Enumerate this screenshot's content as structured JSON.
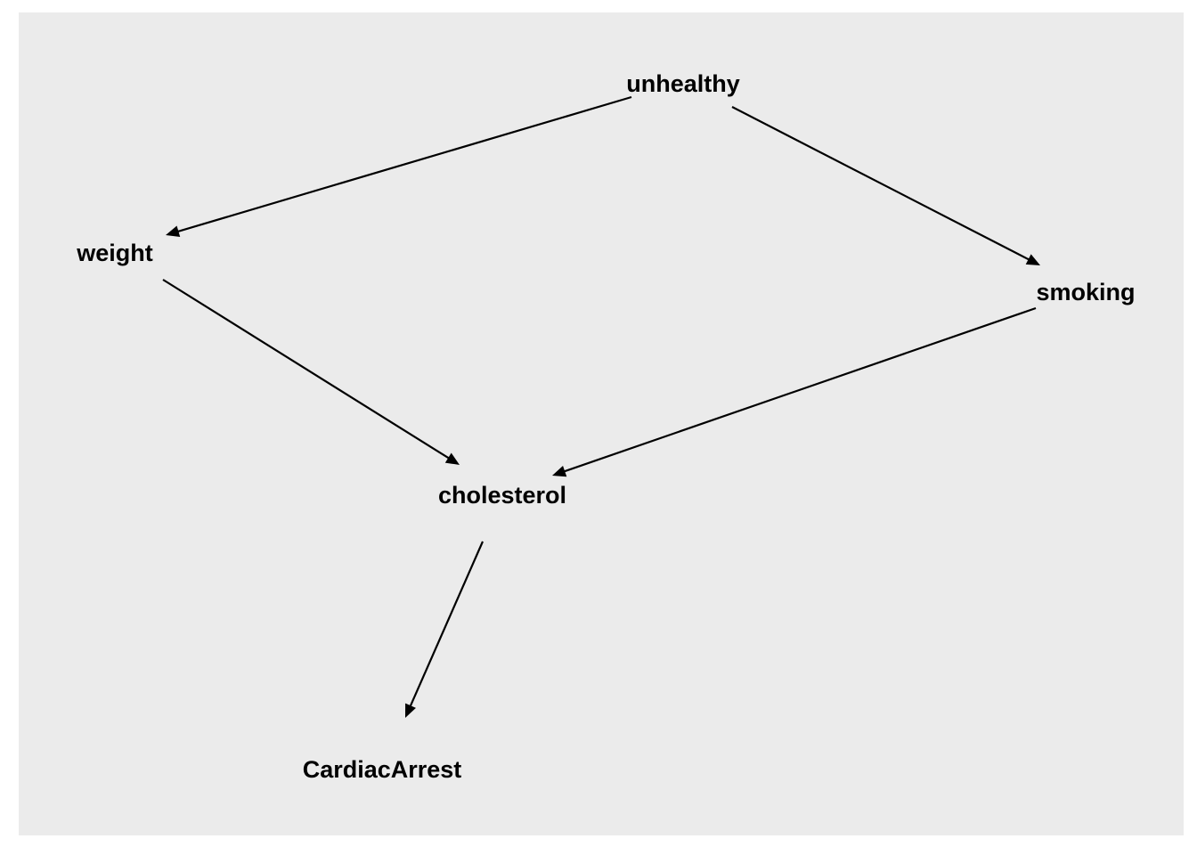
{
  "diagram": {
    "type": "directed-acyclic-graph",
    "background_color": "#ebebeb",
    "edge_color": "#000000",
    "nodes": [
      {
        "id": "unhealthy",
        "label": "unhealthy"
      },
      {
        "id": "weight",
        "label": "weight"
      },
      {
        "id": "smoking",
        "label": "smoking"
      },
      {
        "id": "cholesterol",
        "label": "cholesterol"
      },
      {
        "id": "CardiacArrest",
        "label": "CardiacArrest"
      }
    ],
    "edges": [
      {
        "from": "unhealthy",
        "to": "weight"
      },
      {
        "from": "unhealthy",
        "to": "smoking"
      },
      {
        "from": "weight",
        "to": "cholesterol"
      },
      {
        "from": "smoking",
        "to": "cholesterol"
      },
      {
        "from": "cholesterol",
        "to": "CardiacArrest"
      }
    ]
  }
}
